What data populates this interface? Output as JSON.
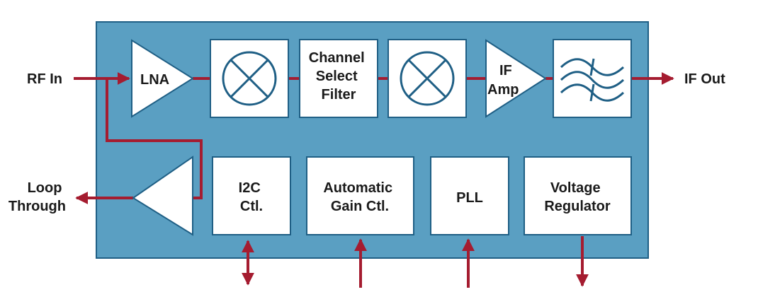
{
  "labels": {
    "rf_in": "RF In",
    "if_out": "IF Out",
    "loop_line1": "Loop",
    "loop_line2": "Through",
    "lna": "LNA",
    "csf_line1": "Channel",
    "csf_line2": "Select",
    "csf_line3": "Filter",
    "ifamp_line1": "IF",
    "ifamp_line2": "Amp",
    "i2c_line1": "I2C",
    "i2c_line2": "Ctl.",
    "agc_line1": "Automatic",
    "agc_line2": "Gain Ctl.",
    "pll": "PLL",
    "vreg_line1": "Voltage",
    "vreg_line2": "Regulator"
  },
  "colors": {
    "chip_fill": "#5a9fc2",
    "chip_stroke": "#1f5f85",
    "signal": "#a51c30",
    "block_fill": "#ffffff"
  },
  "icons": {
    "mixer": "circle-x-mixer-icon",
    "filter": "bandpass-filter-icon",
    "amplifier": "triangle-amplifier-icon"
  }
}
